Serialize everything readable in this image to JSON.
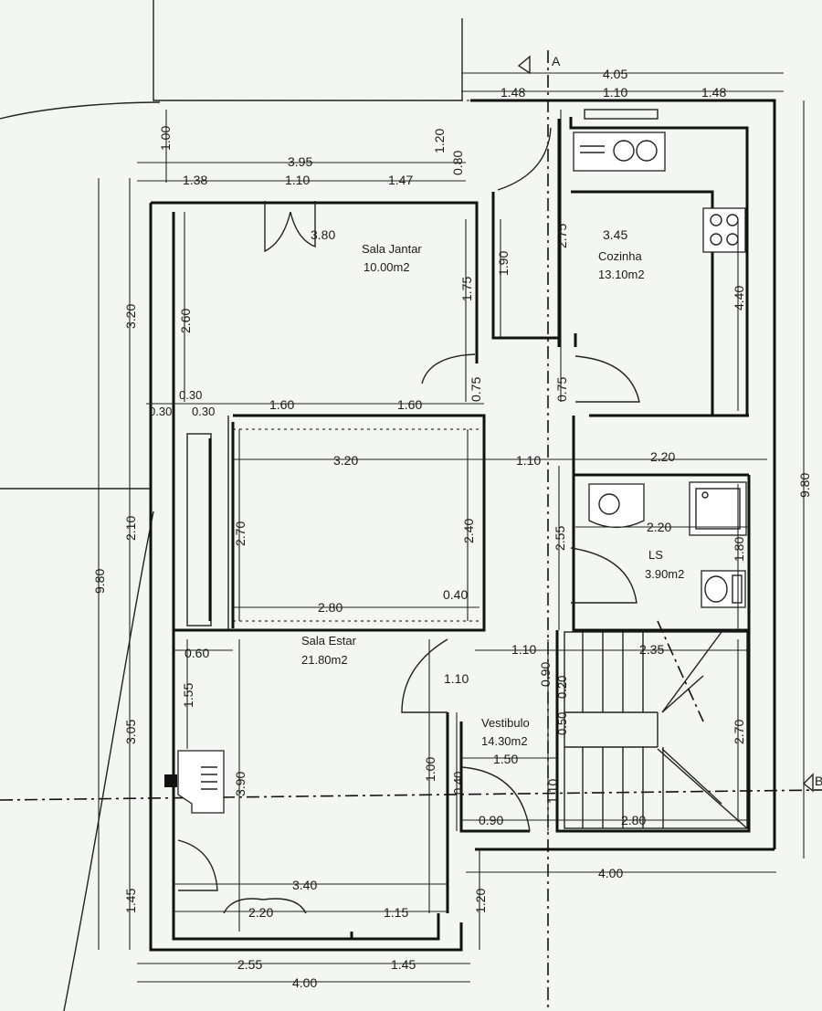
{
  "section_marker": {
    "letter": "A",
    "right_letter": "B"
  },
  "rooms": [
    {
      "id": "sala-jantar",
      "name": "Sala Jantar",
      "area": "10.00m2"
    },
    {
      "id": "cozinha",
      "name": "Cozinha",
      "area": "13.10m2"
    },
    {
      "id": "ls",
      "name": "LS",
      "area": "3.90m2"
    },
    {
      "id": "sala-estar",
      "name": "Sala Estar",
      "area": "21.80m2"
    },
    {
      "id": "vestibulo",
      "name": "Vestibulo",
      "area": "14.30m2"
    }
  ],
  "dimensions": {
    "top_4_05": "4.05",
    "top_1_48a": "1.48",
    "top_1_10": "1.10",
    "top_1_48b": "1.48",
    "jantar_3_95": "3.95",
    "jantar_1_38": "1.38",
    "jantar_1_10": "1.10",
    "jantar_1_47": "1.47",
    "left_1_00": "1.00",
    "v_1_20": "1.20",
    "v_0_80": "0.80",
    "h_3_80": "3.80",
    "cozinha_3_45": "3.45",
    "v_2_75": "2.75",
    "v_1_90": "1.90",
    "v_1_75": "1.75",
    "v_2_60": "2.60",
    "v_3_20": "3.20",
    "v_4_40": "4.40",
    "v_0_75a": "0.75",
    "v_0_75b": "0.75",
    "h_0_30a": "0.30",
    "h_0_30b": "0.30",
    "h_0_30c": "0.30",
    "h_1_60a": "1.60",
    "h_1_60b": "1.60",
    "h_3_20": "3.20",
    "h_1_10a": "1.10",
    "h_2_20a": "2.20",
    "v_2_70a": "2.70",
    "v_2_40": "2.40",
    "v_2_55": "2.55",
    "h_2_20b": "2.20",
    "v_2_10": "2.10",
    "v_9_80L": "9.80",
    "v_9_80R": "9.80",
    "v_1_80": "1.80",
    "h_2_80a": "2.80",
    "v_0_40a": "0.40",
    "h_0_60": "0.60",
    "v_1_55": "1.55",
    "h_1_10b": "1.10",
    "h_2_35": "2.35",
    "v_0_90a": "0.90",
    "v_0_20": "0.20",
    "v_0_50": "0.50",
    "v_1_10c": "1.10",
    "v_3_05": "3.05",
    "v_2_70b": "2.70",
    "v_1_00b": "1.00",
    "h_1_50": "1.50",
    "v_0_40b": "0.40",
    "v_3_90": "3.90",
    "v_1_10d": "1.10",
    "h_0_90b": "0.90",
    "h_2_80b": "2.80",
    "h_4_00a": "4.00",
    "h_3_40": "3.40",
    "v_1_45a": "1.45",
    "v_1_20b": "1.20",
    "h_2_20c": "2.20",
    "h_1_15": "1.15",
    "h_2_55": "2.55",
    "h_1_45b": "1.45",
    "h_4_00b": "4.00"
  }
}
